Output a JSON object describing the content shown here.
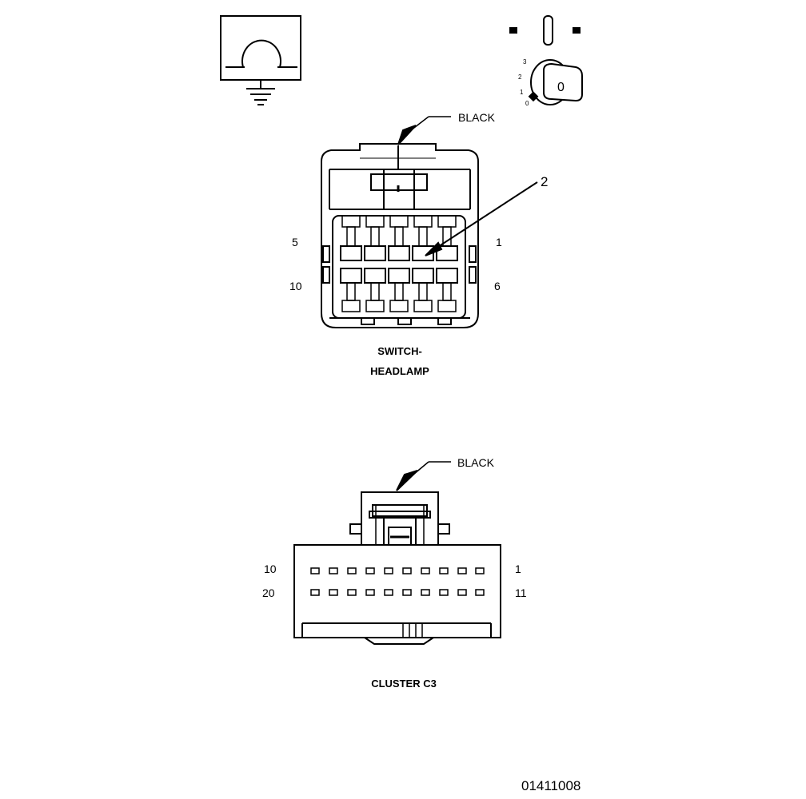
{
  "figure_number": "01411008",
  "ohmmeter_icon": {
    "name": "ohmmeter-ground-icon"
  },
  "ignition_icon": {
    "name": "ignition-key-icon",
    "positions": [
      "3",
      "2",
      "1",
      "0"
    ],
    "key_label": "0"
  },
  "headlamp_switch": {
    "color_label": "BLACK",
    "callout": "2",
    "pins": {
      "top_left": "5",
      "top_right": "1",
      "bottom_left": "10",
      "bottom_right": "6"
    },
    "caption_line1": "SWITCH-",
    "caption_line2": "HEADLAMP"
  },
  "cluster_c3": {
    "color_label": "BLACK",
    "pins": {
      "top_left": "10",
      "top_right": "1",
      "bottom_left": "20",
      "bottom_right": "11"
    },
    "caption": "CLUSTER C3"
  }
}
